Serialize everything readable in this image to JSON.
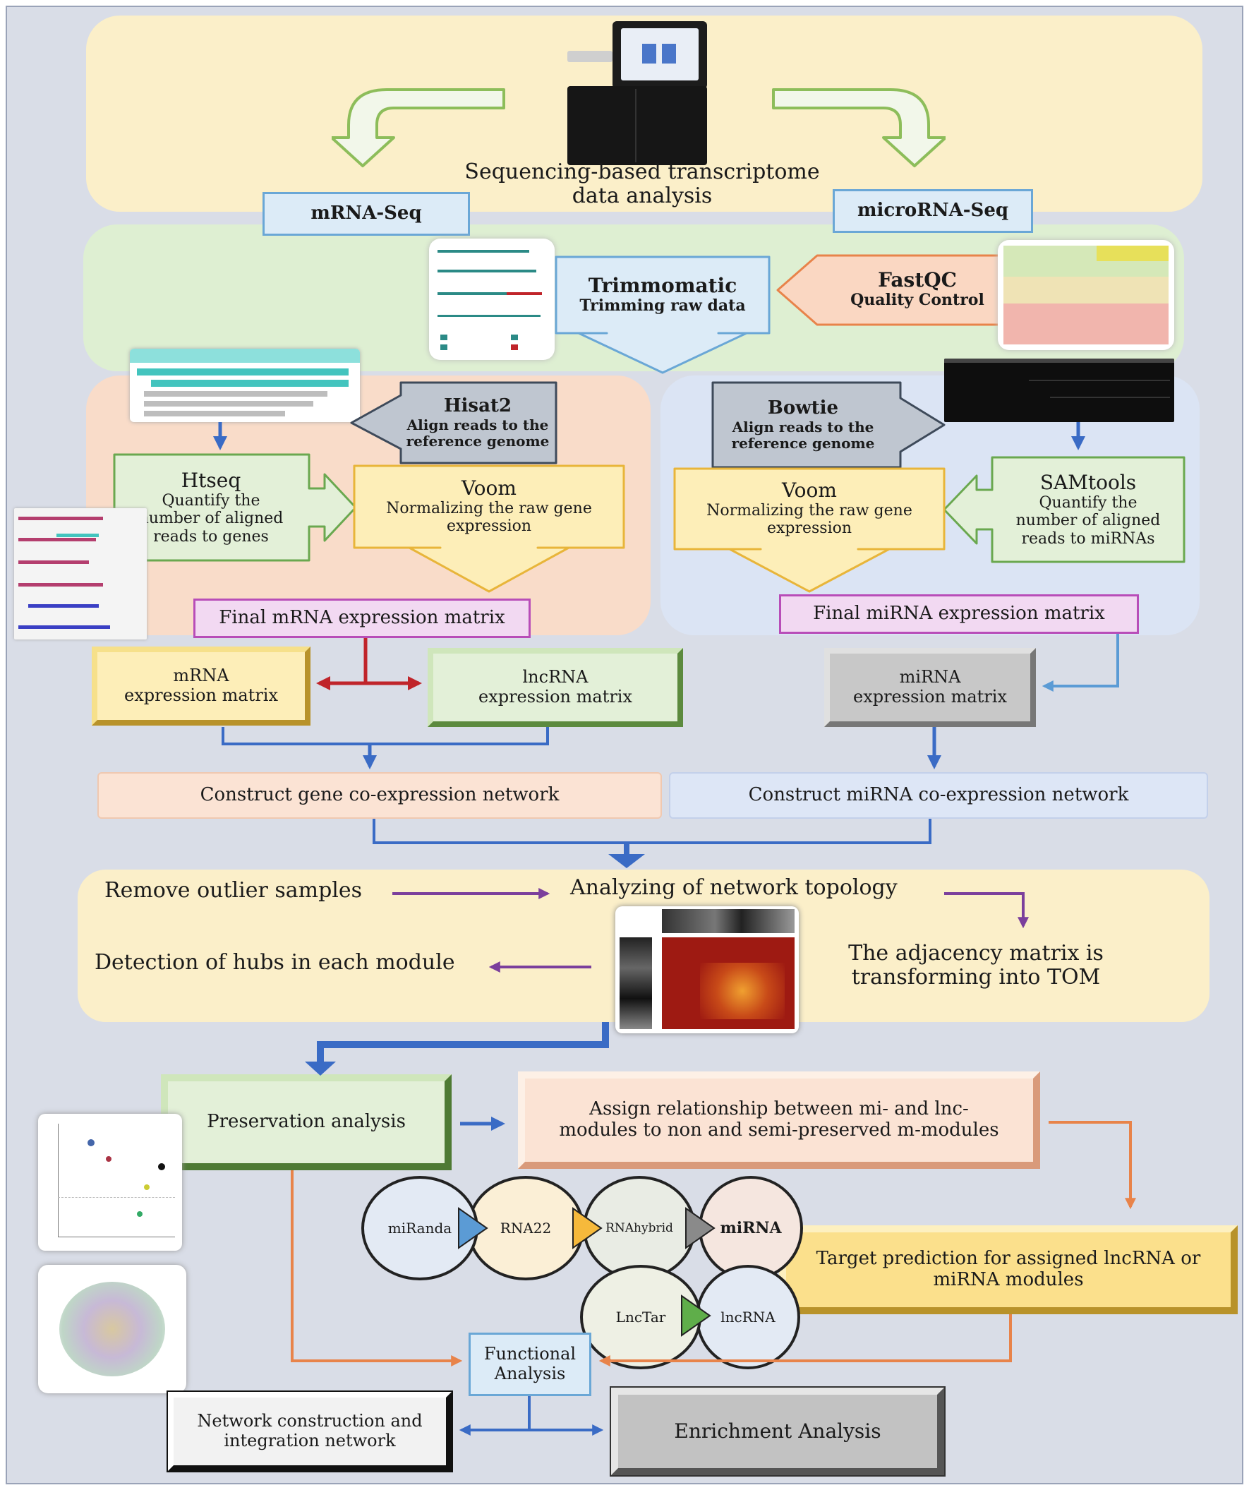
{
  "header": {
    "title_line1": "Sequencing-based transcriptome",
    "title_line2": "data analysis",
    "left_branch": "mRNA-Seq",
    "right_branch": "microRNA-Seq"
  },
  "preprocess": {
    "trimmomatic_title": "Trimmomatic",
    "trimmomatic_sub": "Trimming raw data",
    "fastqc_title": "FastQC",
    "fastqc_sub": "Quality Control"
  },
  "mrna_branch": {
    "hisat_title": "Hisat2",
    "hisat_sub1": "Align reads to the",
    "hisat_sub2": "reference genome",
    "htseq_title": "Htseq",
    "htseq_sub1": "Quantify the",
    "htseq_sub2": "number of aligned",
    "htseq_sub3": "reads to genes",
    "voom_title": "Voom",
    "voom_sub1": "Normalizing the raw gene",
    "voom_sub2": "expression",
    "final_matrix": "Final mRNA expression matrix",
    "mrna_matrix_line1": "mRNA",
    "mrna_matrix_line2": "expression matrix",
    "lnc_matrix_line1": "lncRNA",
    "lnc_matrix_line2": "expression matrix",
    "network": "Construct gene co-expression network"
  },
  "mirna_branch": {
    "bowtie_title": "Bowtie",
    "bowtie_sub1": "Align reads to the",
    "bowtie_sub2": "reference genome",
    "samtools_title": "SAMtools",
    "samtools_sub1": "Quantify the",
    "samtools_sub2": "number of aligned",
    "samtools_sub3": "reads to miRNAs",
    "voom_title": "Voom",
    "voom_sub1": "Normalizing the raw gene",
    "voom_sub2": "expression",
    "final_matrix": "Final miRNA expression matrix",
    "mirna_matrix_line1": "miRNA",
    "mirna_matrix_line2": "expression matrix",
    "network": "Construct miRNA co-expression network"
  },
  "topology": {
    "remove_outliers": "Remove outlier samples",
    "analyzing": "Analyzing of network topology",
    "hubs": "Detection of hubs in each module",
    "tom_line1": "The adjacency matrix is",
    "tom_line2": "transforming into TOM"
  },
  "downstream": {
    "preservation": "Preservation analysis",
    "assign_line1": "Assign relationship between mi- and lnc-",
    "assign_line2": "modules to non and semi-preserved m-modules",
    "target_line1": "Target prediction for assigned lncRNA or",
    "target_line2": "miRNA modules",
    "functional_line1": "Functional",
    "functional_line2": "Analysis",
    "network_line1": "Network construction and",
    "network_line2": "integration network",
    "enrichment": "Enrichment Analysis"
  },
  "tools": {
    "miranda": "miRanda",
    "rna22": "RNA22",
    "rnahybrid": "RNAhybrid",
    "mirna": "miRNA",
    "lnctar": "LncTar",
    "lncrna": "lncRNA"
  },
  "colors": {
    "yellow_panel": "#fbefc9",
    "green_panel": "#deefd2",
    "salmon_panel": "#f9dcc9",
    "blue_panel": "#dbe4f4",
    "blue_arrow": "#3a6bc5",
    "red_arrow": "#c0242a",
    "purple_arrow": "#7b3f9c",
    "orange_arrow": "#e8834a"
  }
}
